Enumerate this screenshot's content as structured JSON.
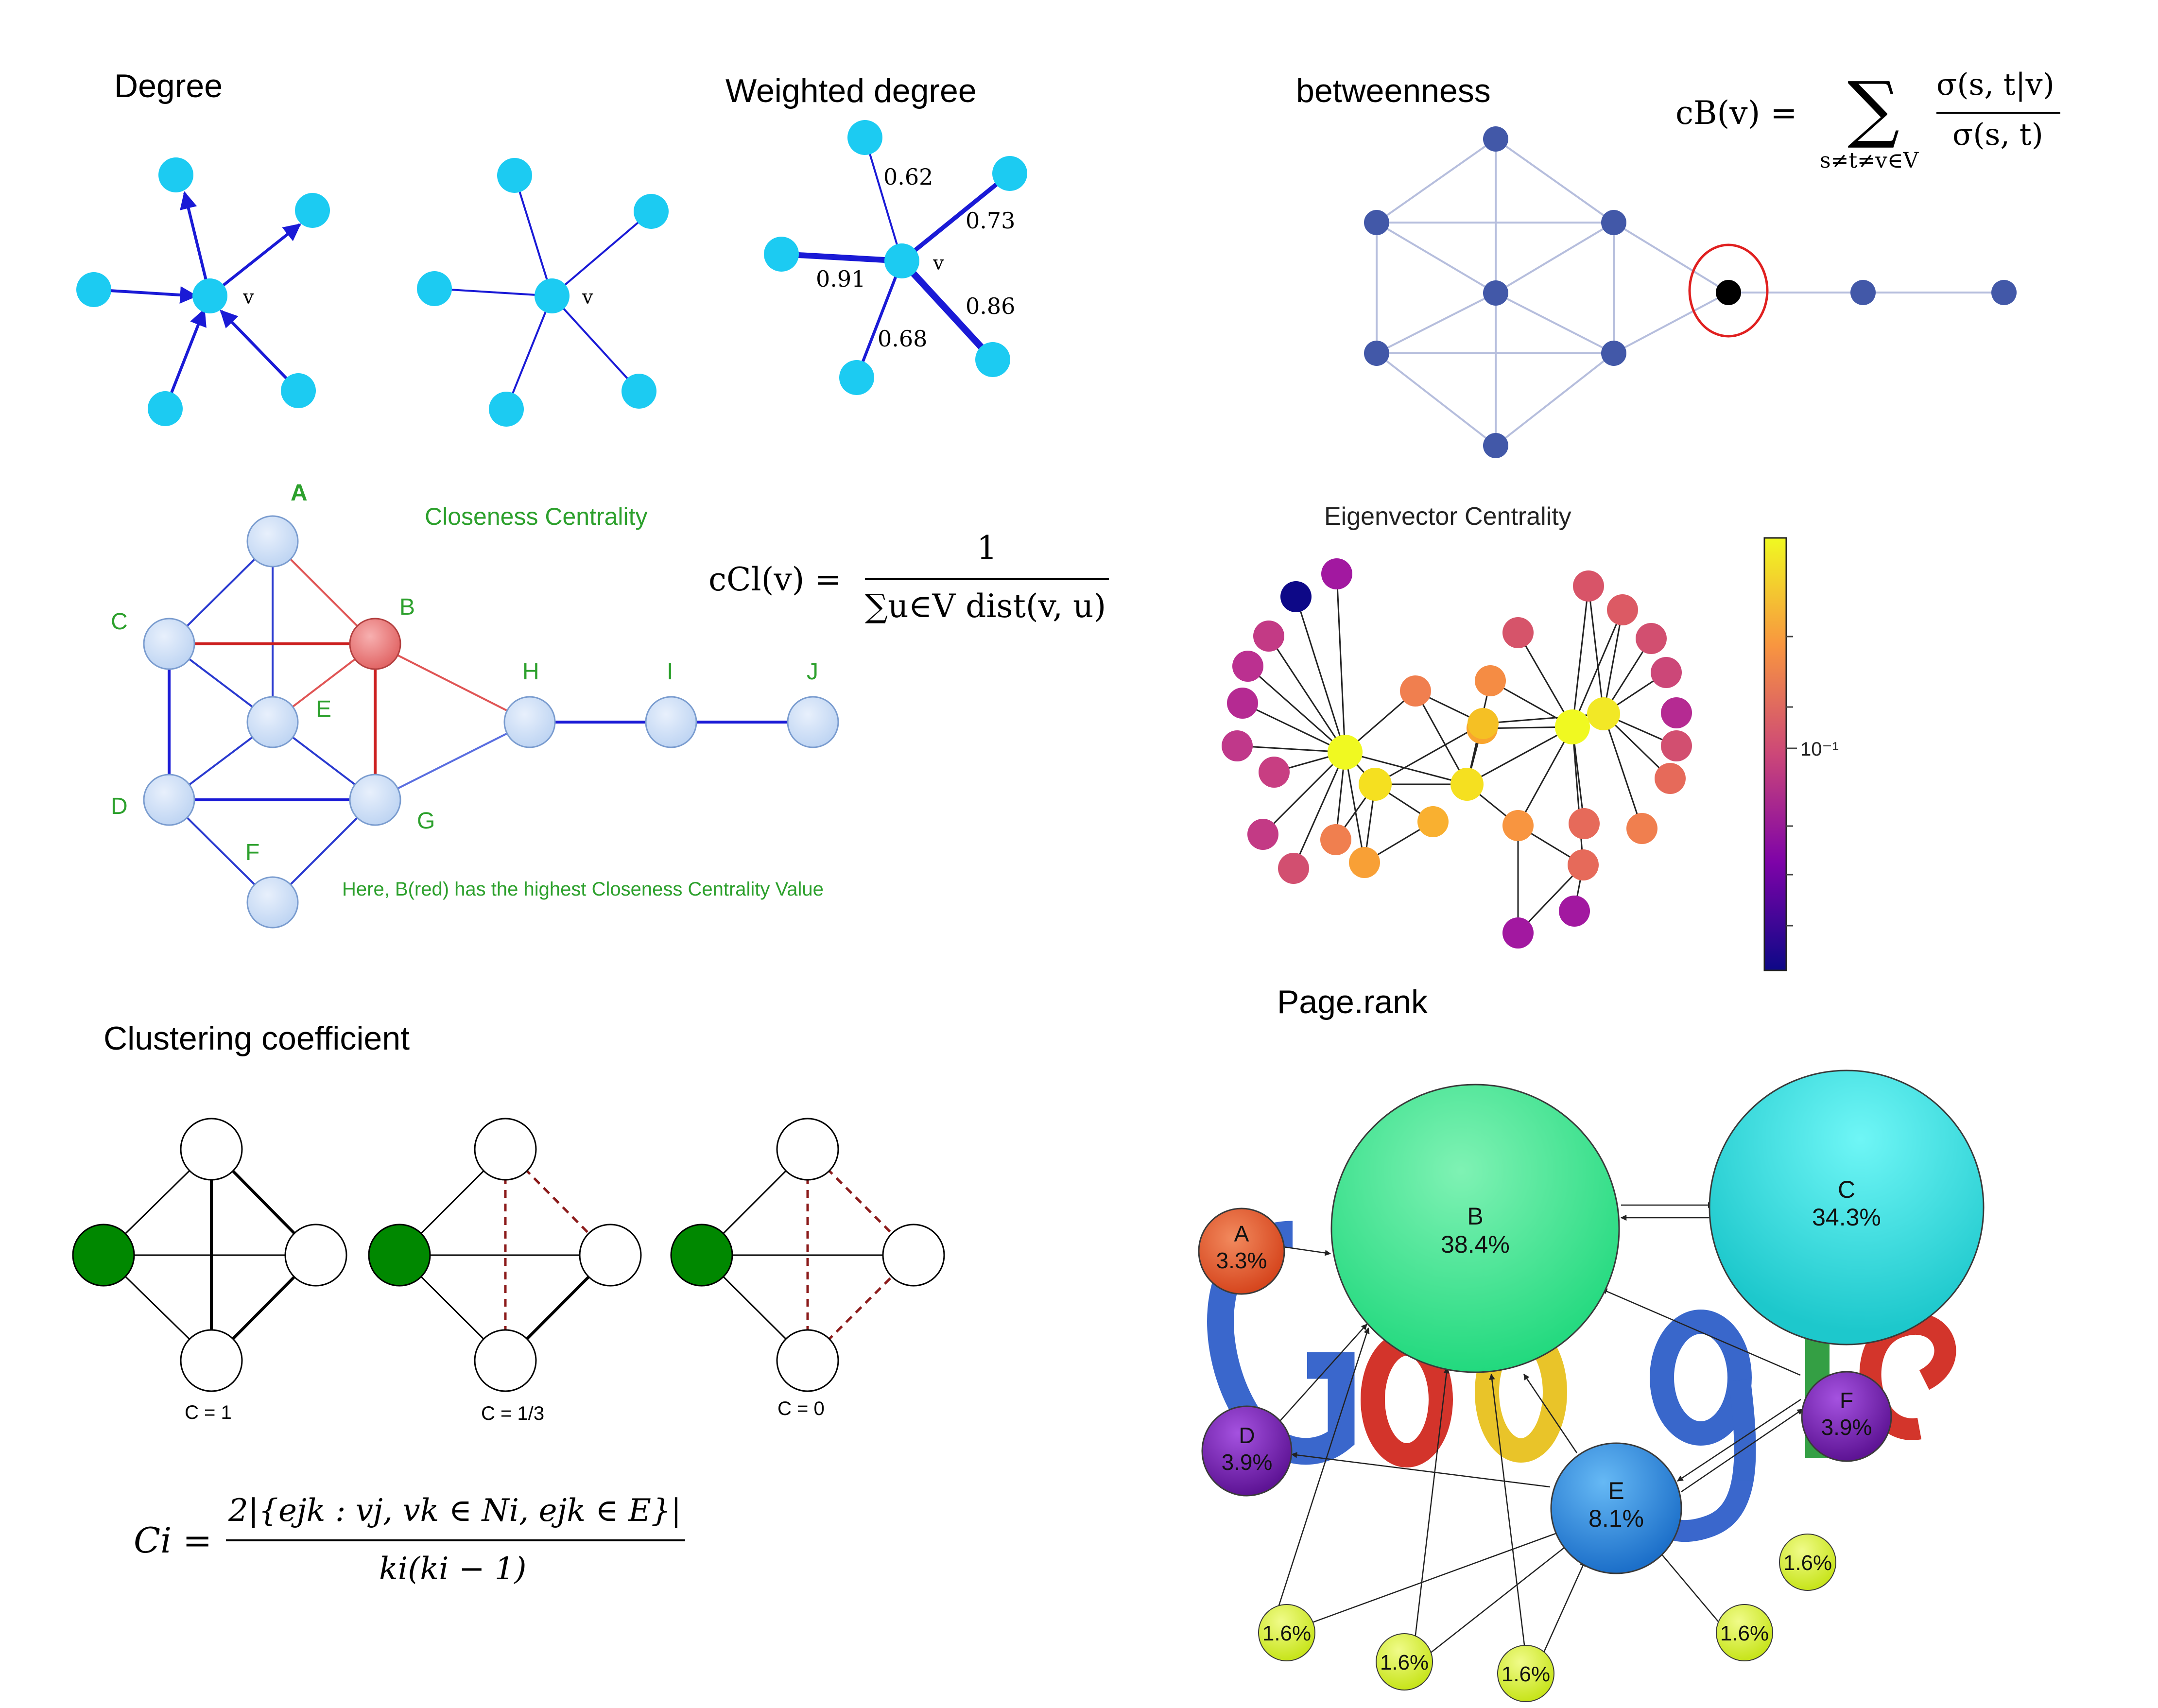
{
  "panels": {
    "degree": {
      "title": "Degree",
      "node_label": "v"
    },
    "weighted": {
      "title": "Weighted degree",
      "node_label": "v",
      "weights": [
        "0.62",
        "0.73",
        "0.91",
        "0.86",
        "0.68"
      ]
    },
    "betweenness": {
      "title": "betweenness",
      "formula_lhs": "cB(v) =",
      "sum_sub": "s≠t≠v∈V",
      "frac_num": "σ(s, t|v)",
      "frac_den": "σ(s, t)"
    },
    "closeness": {
      "title": "Closeness Centrality",
      "note": "Here, B(red) has the highest Closeness Centrality Value",
      "formula_lhs": "cCl(v) =",
      "frac_num": "1",
      "frac_den": "∑u∈V dist(v, u)",
      "nodes": [
        "A",
        "B",
        "C",
        "D",
        "E",
        "F",
        "G",
        "H",
        "I",
        "J"
      ]
    },
    "eigenvector": {
      "title": "Eigenvector Centrality",
      "colorbar_tick": "10⁻¹"
    },
    "clustering": {
      "title": "Clustering coefficient",
      "labels": [
        "C = 1",
        "C = 1/3",
        "C = 0"
      ],
      "formula_lhs": "Ci =",
      "frac_num": "2|{ejk : vj, vk ∈ Ni, ejk ∈ E}|",
      "frac_den": "ki(ki − 1)"
    },
    "pagerank": {
      "title": "Page.rank",
      "logo_text": "Google",
      "nodes": [
        {
          "label": "A",
          "value": "3.3%"
        },
        {
          "label": "B",
          "value": "38.4%"
        },
        {
          "label": "C",
          "value": "34.3%"
        },
        {
          "label": "D",
          "value": "3.9%"
        },
        {
          "label": "E",
          "value": "8.1%"
        },
        {
          "label": "F",
          "value": "3.9%"
        }
      ],
      "small_nodes": [
        "1.6%",
        "1.6%",
        "1.6%",
        "1.6%",
        "1.6%"
      ]
    }
  },
  "colors": {
    "cyan_node": "#1ccbf2",
    "blue_edge": "#1a1ad6",
    "betw_node": "#4258a8",
    "betw_edge": "#b6bedd",
    "close_node": "#cfe0f7",
    "close_red": "#e05555",
    "green_text": "#2ca02c",
    "clust_green": "#008800",
    "clust_dash": "#8b1a1a",
    "pr_a": "#e2542a",
    "pr_b": "#33e38a",
    "pr_c": "#26d6d6",
    "pr_purple": "#7b22b8",
    "pr_e": "#2a8ee0",
    "pr_small": "#d5f02a"
  }
}
